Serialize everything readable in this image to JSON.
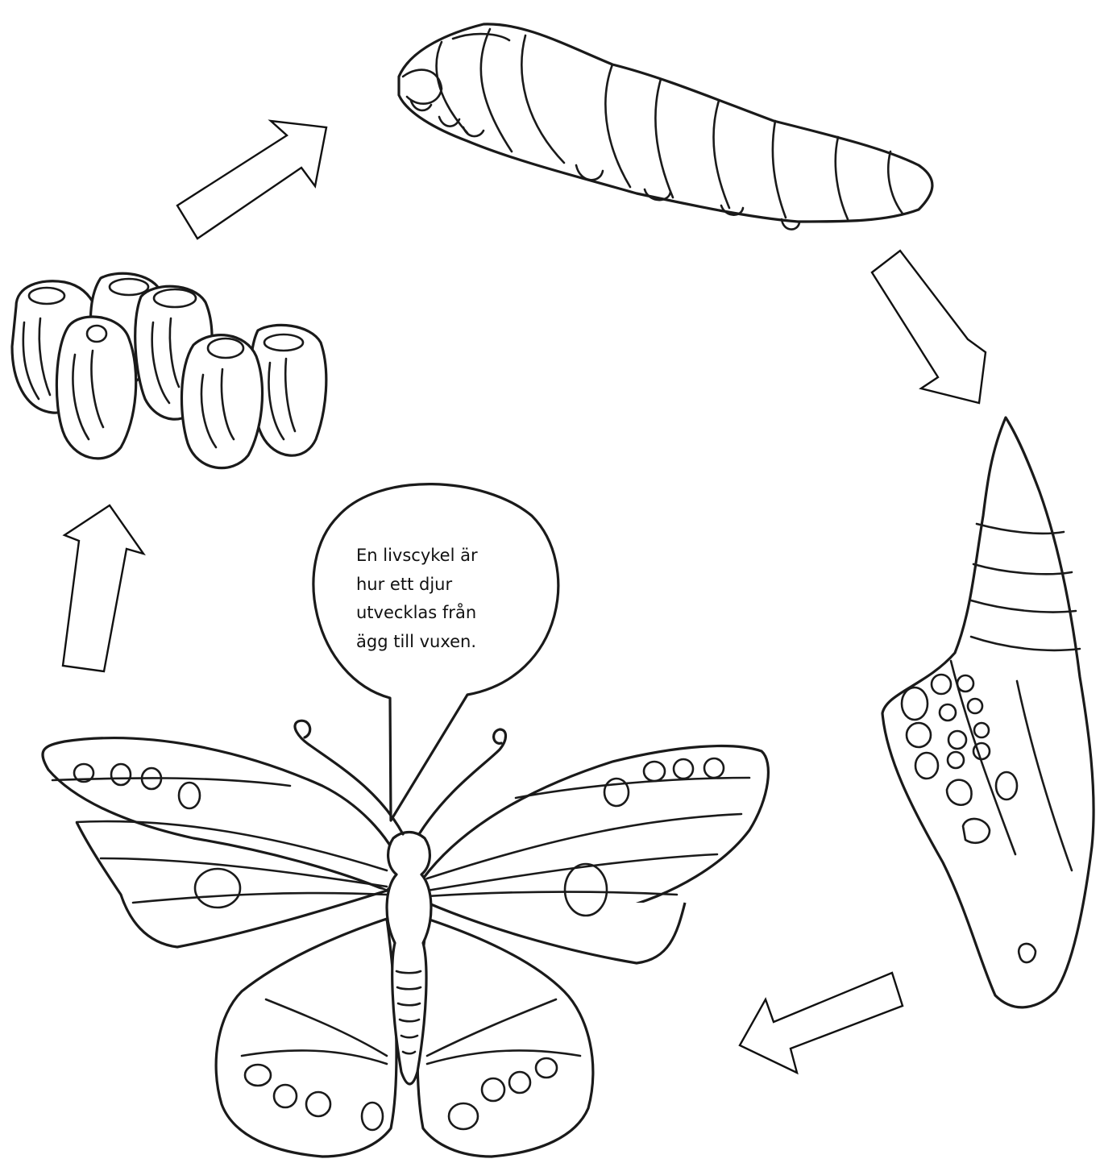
{
  "bubble": {
    "text": "En livscykel är\nhur ett djur\nutvecklas från\nägg till vuxen."
  },
  "stages": [
    {
      "stage": "egg-cluster",
      "icon": "egg-cluster-drawing"
    },
    {
      "stage": "caterpillar",
      "icon": "caterpillar-drawing"
    },
    {
      "stage": "pupa",
      "icon": "chrysalis-drawing"
    },
    {
      "stage": "adult",
      "icon": "butterfly-drawing"
    }
  ],
  "colors": {
    "line": "#1a1a1a",
    "background": "#ffffff"
  }
}
